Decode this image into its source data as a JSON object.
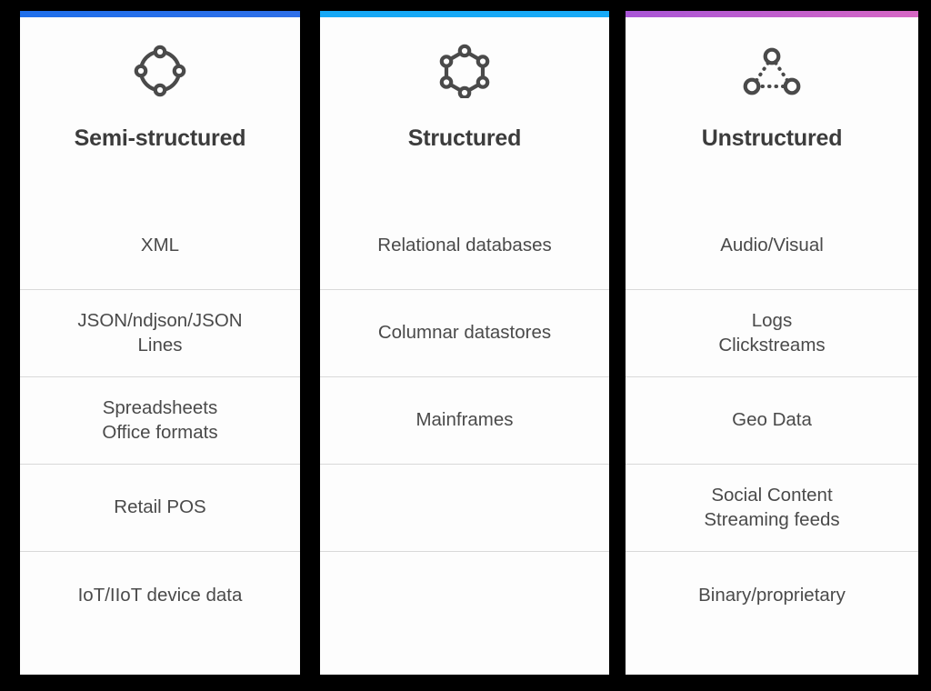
{
  "page": {
    "background_color": "#000000",
    "card_background": "#FDFDFD",
    "divider_color": "#D9D9D9",
    "title_color": "#3C3C3C",
    "body_text_color": "#4A4A4A"
  },
  "columns": [
    {
      "id": "semi-structured",
      "title": "Semi-structured",
      "accent_color": "#1F6FEB",
      "accent_color_end": "#2E6FE8",
      "icon": "circle-four-node-icon",
      "rows": [
        "XML",
        "JSON/ndjson/JSON\nLines",
        "Spreadsheets\nOffice formats",
        "Retail POS",
        "IoT/IIoT device data"
      ]
    },
    {
      "id": "structured",
      "title": "Structured",
      "accent_color": "#15A8F5",
      "accent_color_end": "#18AAF6",
      "icon": "hexagon-six-node-icon",
      "rows": [
        "Relational databases",
        "Columnar datastores",
        "Mainframes",
        "",
        ""
      ]
    },
    {
      "id": "unstructured",
      "title": "Unstructured",
      "accent_color": "#A855D6",
      "accent_color_end": "#D667C4",
      "icon": "triangle-three-node-dotted-icon",
      "rows": [
        "Audio/Visual",
        "Logs\nClickstreams",
        "Geo Data",
        "Social Content\nStreaming feeds",
        "Binary/proprietary"
      ]
    }
  ]
}
